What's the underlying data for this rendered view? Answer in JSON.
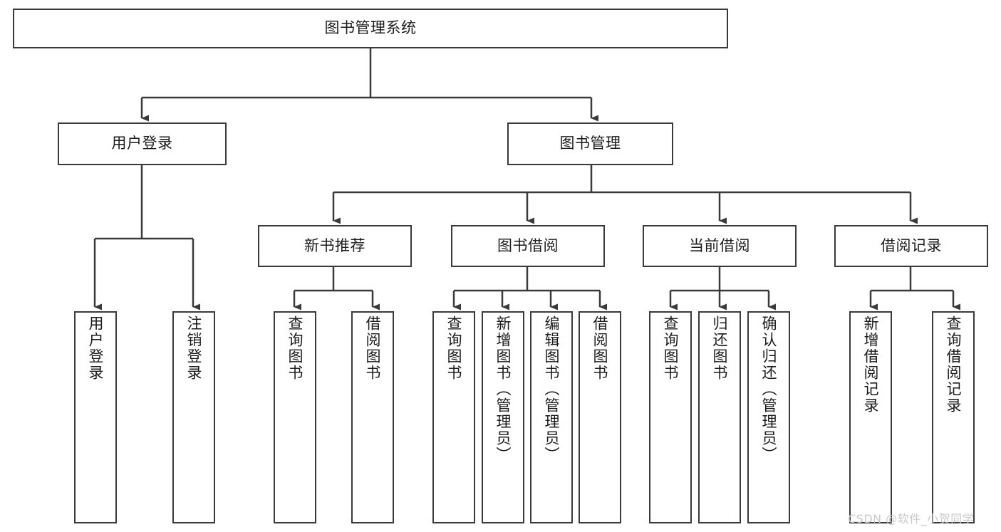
{
  "diagram": {
    "title": "图书管理系统",
    "type": "tree-hierarchy-chart",
    "orientation": "top-down",
    "watermark": "CSDN @软件_小贺同学",
    "colors": {
      "box_border": "#3a3a3a",
      "box_fill": "#ffffff",
      "edge": "#3a3a3a",
      "text": "#1b1b1b",
      "watermark": "#c9c9c9",
      "background": "#ffffff"
    }
  },
  "nodes": {
    "root": {
      "label": "图书管理系统"
    },
    "level2": [
      {
        "label": "用户登录"
      },
      {
        "label": "图书管理"
      }
    ],
    "level3": [
      {
        "label": "新书推荐"
      },
      {
        "label": "图书借阅"
      },
      {
        "label": "当前借阅"
      },
      {
        "label": "借阅记录"
      }
    ],
    "leaves": [
      {
        "label": "用户登录",
        "parent": "用户登录"
      },
      {
        "label": "注销登录",
        "parent": "用户登录"
      },
      {
        "label": "查询图书",
        "parent": "新书推荐"
      },
      {
        "label": "借阅图书",
        "parent": "新书推荐"
      },
      {
        "label": "查询图书",
        "parent": "图书借阅"
      },
      {
        "label": "新增图书（管理员）",
        "parent": "图书借阅"
      },
      {
        "label": "编辑图书（管理员）",
        "parent": "图书借阅"
      },
      {
        "label": "借阅图书",
        "parent": "图书借阅"
      },
      {
        "label": "查询图书",
        "parent": "当前借阅"
      },
      {
        "label": "归还图书",
        "parent": "当前借阅"
      },
      {
        "label": "确认归还（管理员）",
        "parent": "当前借阅"
      },
      {
        "label": "新增借阅记录",
        "parent": "借阅记录"
      },
      {
        "label": "查询借阅记录",
        "parent": "借阅记录"
      }
    ]
  }
}
